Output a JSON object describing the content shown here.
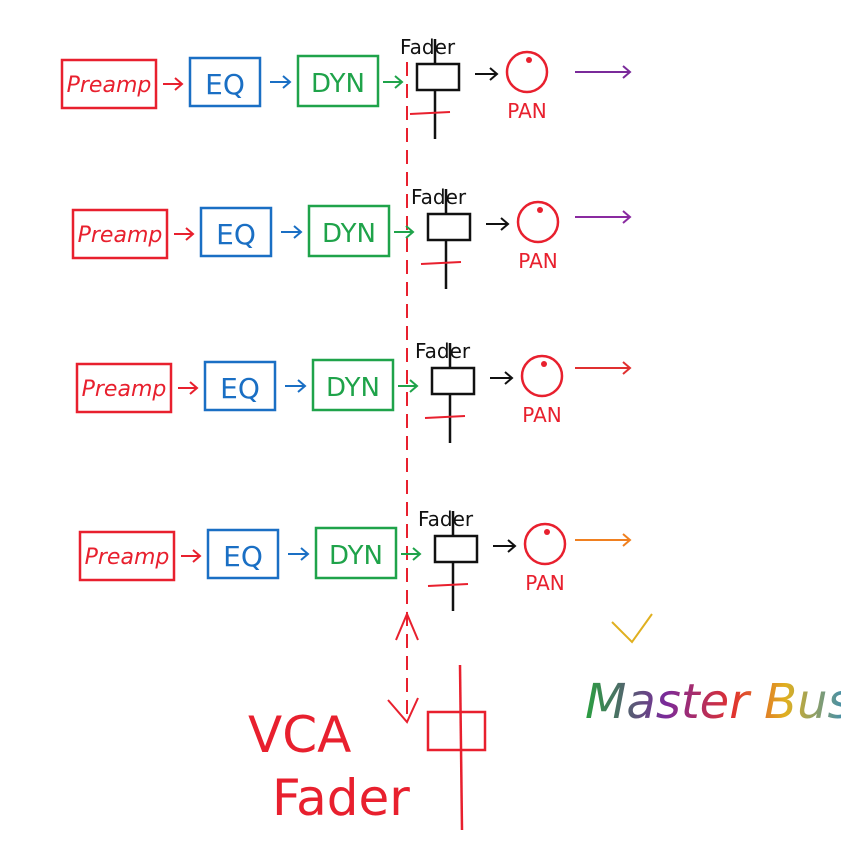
{
  "channel_labels": {
    "preamp": "Preamp",
    "eq": "EQ",
    "dyn": "DYN",
    "fader": "Fader",
    "pan": "PAN"
  },
  "channel_count": 4,
  "vca": {
    "line1": "VCA",
    "line2": "Fader"
  },
  "master_bus": {
    "label": "Master Bus"
  },
  "colors": {
    "preamp": "#e8202e",
    "eq": "#1a6fc4",
    "dyn": "#1fa34a",
    "fader": "#111111",
    "pan": "#e8202e",
    "vca": "#e8202e",
    "bus_arrows": [
      "#7a2a9a",
      "#8a2aa0",
      "#e03030",
      "#f08020"
    ]
  }
}
